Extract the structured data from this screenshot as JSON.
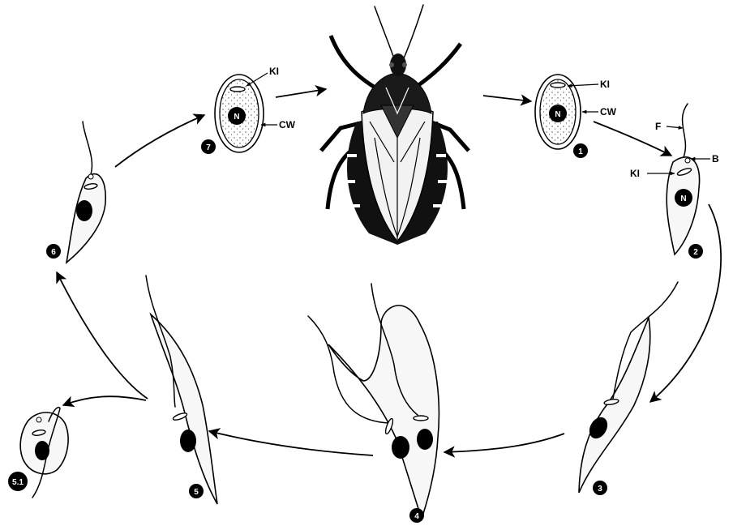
{
  "labels": {
    "kinetoplast": "KI",
    "cell_wall": "CW",
    "nucleus": "N",
    "flagellum": "F",
    "basal_body": "B"
  },
  "stages": {
    "s1": "1",
    "s2": "2",
    "s3": "3",
    "s4": "4",
    "s5": "5",
    "s51": "5.1",
    "s6": "6",
    "s7": "7"
  }
}
